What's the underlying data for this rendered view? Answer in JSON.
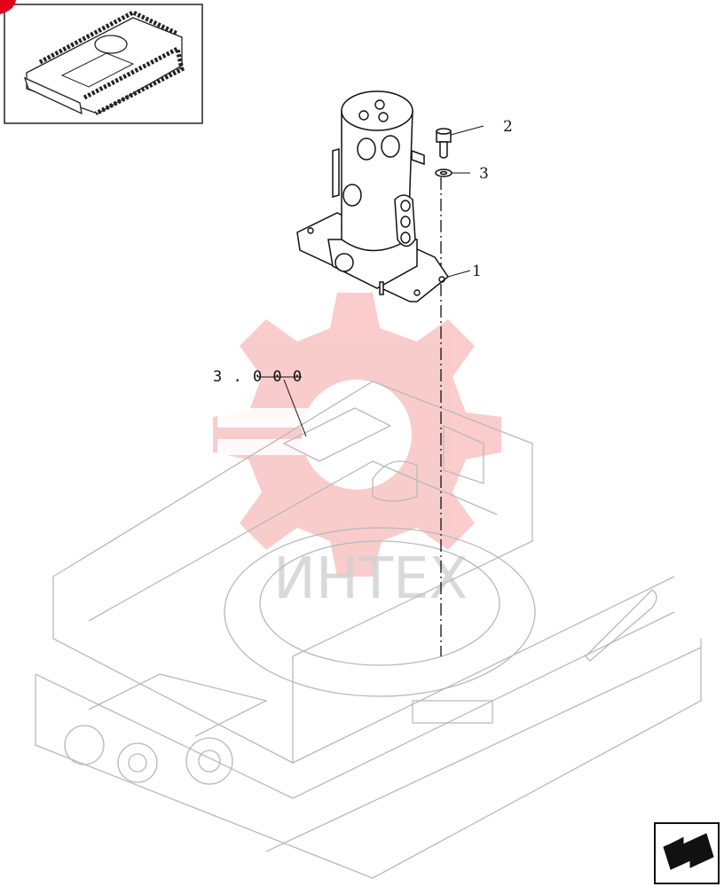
{
  "callouts": {
    "part_1": "1",
    "part_2": "2",
    "part_3": "3",
    "reference": "3 . 0 0 0"
  },
  "watermark": {
    "text": "ИНТЕХ",
    "color": "#f5a3a3"
  },
  "icons": {
    "thumbnail": "excavator-undercarriage-thumbnail",
    "nav": "next-page-arrow-icon"
  },
  "colors": {
    "line": "#111111",
    "frame_line": "#b9b9b9",
    "corner_badge": "#e0001b"
  }
}
